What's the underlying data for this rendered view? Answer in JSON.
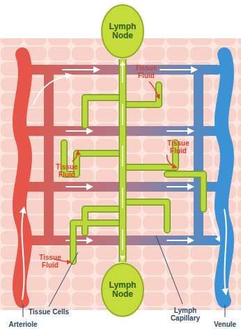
{
  "diagram": {
    "nodes": [
      {
        "text": [
          "Lymph Node"
        ]
      },
      {
        "text": [
          "Lymph Node"
        ]
      }
    ],
    "edges": [
      {
        "from": 0,
        "to": 1,
        "arrow": "both"
      }
    ],
    "labels": [
      "Tissue Fluid",
      "Tissue Fluid",
      "Tissue Fluid",
      "Tissue Fluid",
      "Tissue Cells",
      "Lymph Capillary",
      "Arteriole",
      "Venule"
    ]
  }
}
